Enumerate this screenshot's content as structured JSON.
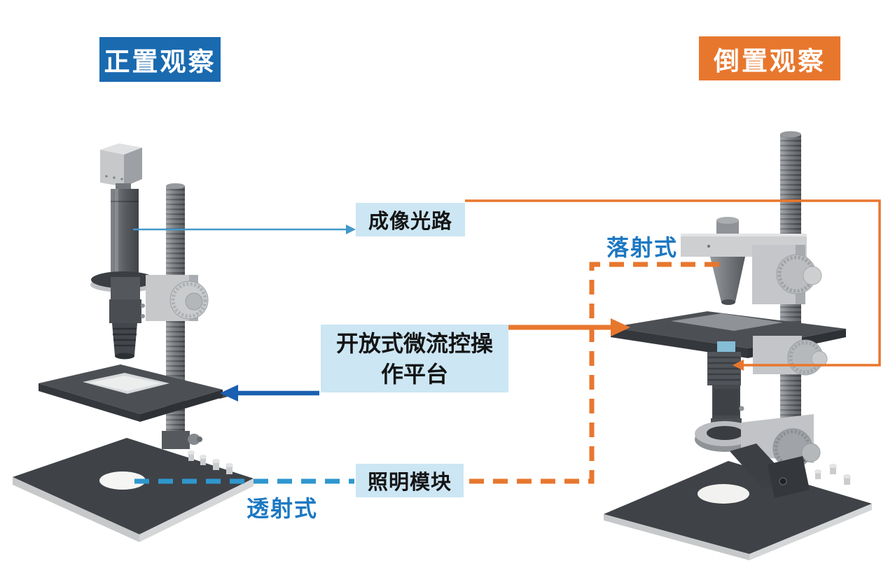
{
  "banners": {
    "upright": {
      "label": "正置观察",
      "bg": "#1a6ab0"
    },
    "inverted": {
      "label": "倒置观察",
      "bg": "#e8772e"
    }
  },
  "callouts": {
    "imaging_path": {
      "label": "成像光路"
    },
    "platform": {
      "label": "开放式微流控操作平台",
      "lines": [
        "开放式微流控操",
        "作平台"
      ]
    },
    "illumination": {
      "label": "照明模块"
    }
  },
  "mode_labels": {
    "transmitted": {
      "label": "透射式"
    },
    "epi": {
      "label": "落射式"
    }
  },
  "illustrations": {
    "left": "upright-microscope",
    "right": "inverted-microscope"
  },
  "colors": {
    "background": "#ffffff",
    "banner_blue": "#1a6ab0",
    "banner_orange": "#e8772e",
    "callout_bg": "#cce6f4",
    "callout_text": "#141414",
    "mode_label_blue": "#1c78c2",
    "thin_arrow_blue": "#4398cb",
    "solid_arrow_blue": "#1a5fb0",
    "dashed_blue": "#2f97ce",
    "orange_line": "#e8772e"
  }
}
